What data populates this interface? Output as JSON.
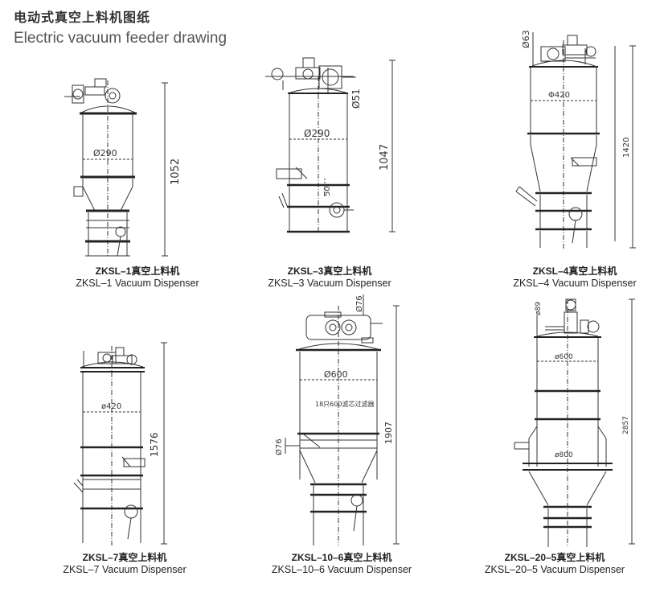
{
  "header": {
    "title_cn": "电动式真空上料机图纸",
    "title_en": "Electric vacuum feeder drawing"
  },
  "colors": {
    "line": "#333333",
    "band": "#222222",
    "text": "#333333"
  },
  "drawings": [
    {
      "id": "zksl1",
      "caption_cn": "ZKSL–1真空上料机",
      "caption_en": "ZKSL–1 Vacuum Dispenser",
      "diameter_label": "Ø290",
      "height_label": "1052"
    },
    {
      "id": "zksl3",
      "caption_cn": "ZKSL–3真空上料机",
      "caption_en": "ZKSL–3 Vacuum Dispenser",
      "diameter_label": "Ø290",
      "height_label": "1047",
      "top_label": "Ø51",
      "side_label": "50"
    },
    {
      "id": "zksl4",
      "caption_cn": "ZKSL–4真空上料机",
      "caption_en": "ZKSL–4 Vacuum Dispenser",
      "diameter_label": "Φ420",
      "height_label": "1420",
      "top_label": "Ø63"
    },
    {
      "id": "zksl7",
      "caption_cn": "ZKSL–7真空上料机",
      "caption_en": "ZKSL–7 Vacuum Dispenser",
      "diameter_label": "ø420",
      "height_label": "1576"
    },
    {
      "id": "zksl10",
      "caption_cn": "ZKSL–10–6真空上料机",
      "caption_en": "ZKSL–10–6 Vacuum Dispenser",
      "diameter_label": "Ø600",
      "height_label": "1907",
      "top_label": "Ø76",
      "side_label": "Ø76",
      "body_label": "18只600滤芯过滤器"
    },
    {
      "id": "zksl20",
      "caption_cn": "ZKSL–20–5真空上料机",
      "caption_en": "ZKSL–20–5 Vacuum Dispenser",
      "diameter_label": "ø600",
      "height_label": "2857",
      "top_label": "ø89",
      "lower_label": "ø800"
    }
  ]
}
